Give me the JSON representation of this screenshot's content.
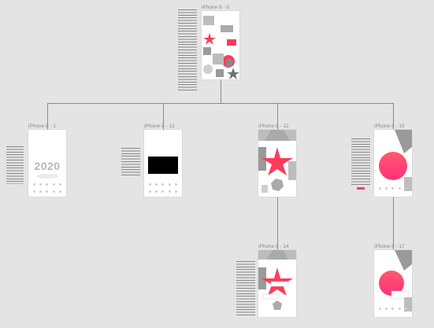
{
  "frames": {
    "f0": {
      "label": "iPhone 8 - 0"
    },
    "f1": {
      "label": "iPhone 8 - 1",
      "hero_text": "2020"
    },
    "f13": {
      "label": "iPhone 8 - 13"
    },
    "f12": {
      "label": "iPhone 8 - 12"
    },
    "f15": {
      "label": "iPhone 8 - 15"
    },
    "f14": {
      "label": "iPhone 8 - 14"
    },
    "f17": {
      "label": "iPhone 8 - 17"
    }
  },
  "colors": {
    "canvas": "#e4e4e4",
    "connector": "#8a8a8a",
    "accent_red": "#ff3b5c",
    "shape_gray": "#a9a9a9",
    "dark_gray": "#6e6e6e"
  },
  "icons": [
    "star-shape",
    "circle-shape",
    "hexagon-shape",
    "square-shape"
  ]
}
